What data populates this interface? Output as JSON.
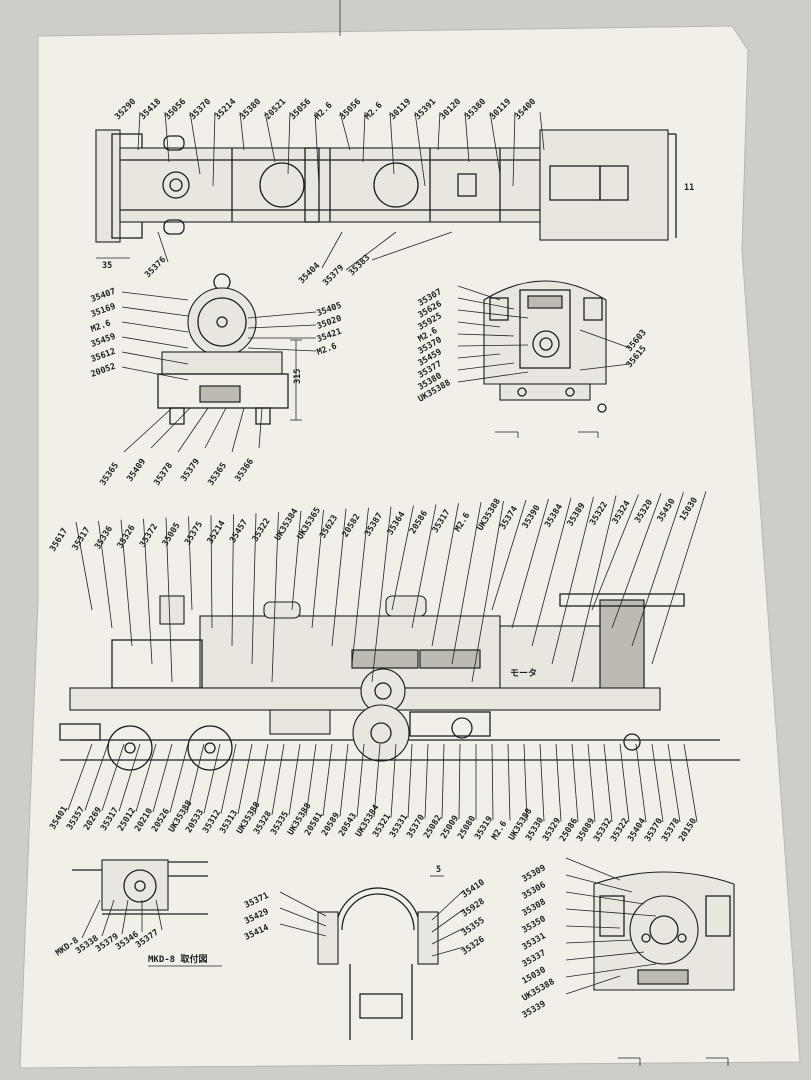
{
  "sheet": {
    "paper_color": "#f1efe8",
    "background_color": "#cfcdc8",
    "ink_color": "#1d1d1d"
  },
  "top_view": {
    "labels_top": [
      "35290",
      "35418",
      "35056",
      "35370",
      "35214",
      "35380",
      "20521",
      "35056",
      "M2.6",
      "35056",
      "M2.6",
      "30119",
      "35391",
      "30120",
      "35380",
      "30119",
      "35400"
    ],
    "labels_bottom": [
      "35376",
      "35404",
      "35379",
      "35383"
    ],
    "dims": [
      "35",
      "11"
    ]
  },
  "front_view": {
    "labels_left": [
      "35407",
      "35169",
      "M2.6",
      "35459",
      "35612",
      "20052"
    ],
    "labels_right": [
      "35405",
      "35020",
      "35421",
      "M2.6"
    ],
    "labels_bottom": [
      "35365",
      "35409",
      "35378",
      "35379",
      "35365",
      "35366"
    ],
    "dim": "315"
  },
  "cab_view": {
    "labels": [
      "35307",
      "35626",
      "35925",
      "M2.6",
      "35370",
      "35459",
      "35377",
      "35380",
      "UK35388"
    ],
    "labels_right": [
      "35603",
      "35615"
    ]
  },
  "side_view": {
    "labels_top": [
      "35617",
      "35317",
      "35336",
      "35326",
      "35372",
      "35005",
      "35375",
      "35214",
      "35457",
      "35322",
      "UK35384",
      "UK35365",
      "35623",
      "20582",
      "35387",
      "35364",
      "20586",
      "35317",
      "M2.6",
      "UK35388",
      "35374",
      "35390",
      "35384",
      "35389",
      "35322",
      "35324",
      "35320",
      "35450",
      "15030"
    ],
    "labels_bottom": [
      "35401",
      "35357",
      "20269",
      "35317",
      "25012",
      "20210",
      "20526",
      "UK35388",
      "20533",
      "35312",
      "35313",
      "UK35388",
      "35328",
      "35335",
      "UK35388",
      "20581",
      "20589",
      "20543",
      "UK35384",
      "35321",
      "35331",
      "35370",
      "25082",
      "25009",
      "25080",
      "35319",
      "M2.6",
      "UK35388",
      "35330",
      "35329",
      "25086",
      "35089",
      "35332",
      "35322",
      "35404",
      "35370",
      "35378",
      "20150"
    ],
    "boiler_mark": "モータ"
  },
  "detail_a": {
    "labels": [
      "MKD-8",
      "35338",
      "35379",
      "35346",
      "35377"
    ],
    "caption": "MKD-8 取付図"
  },
  "detail_b": {
    "labels_left": [
      "35371",
      "35429",
      "35414"
    ],
    "labels_right": [
      "35410",
      "35928",
      "35355",
      "35326"
    ],
    "dim": "5"
  },
  "detail_c": {
    "labels": [
      "35309",
      "35306",
      "35308",
      "35350",
      "35331",
      "35337",
      "15030",
      "UK35388",
      "35339"
    ]
  }
}
